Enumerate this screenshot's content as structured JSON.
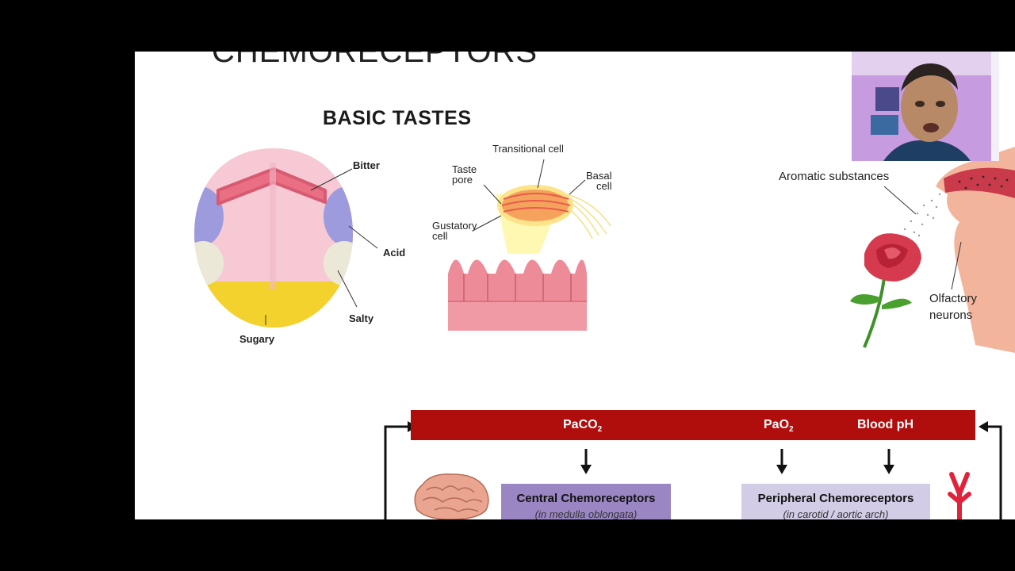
{
  "slide": {
    "title": "CHEMORECEPTORS",
    "heading": "BASIC TASTES"
  },
  "tongue": {
    "labels": {
      "bitter": "Bitter",
      "acid": "Acid",
      "salty": "Salty",
      "sugary": "Sugary"
    }
  },
  "taste_bud": {
    "labels": {
      "transitional": "Transitional cell",
      "taste_pore_1": "Taste",
      "taste_pore_2": "pore",
      "basal_1": "Basal",
      "basal_2": "cell",
      "gustatory_1": "Gustatory",
      "gustatory_2": "cell"
    }
  },
  "smell": {
    "labels": {
      "aromatic": "Aromatic substances",
      "olfactory_1": "Olfactory",
      "olfactory_2": "neurons"
    }
  },
  "chemoreceptor_diagram": {
    "bar": {
      "paco2_base": "PaCO",
      "paco2_sub": "2",
      "pao2_base": "PaO",
      "pao2_sub": "2",
      "blood_ph": "Blood pH"
    },
    "central": {
      "title": "Central Chemoreceptors",
      "subtitle": "(in medulla oblongata)"
    },
    "peripheral": {
      "title": "Peripheral Chemoreceptors",
      "subtitle": "(in carotid / aortic arch)"
    }
  },
  "colors": {
    "bar": "#b00d0d",
    "central_box": "#9b86c4",
    "peripheral_box": "#d3cce6",
    "background": "#000000"
  },
  "icons": [
    "tongue-illustration",
    "taste-bud-illustration",
    "rose-icon",
    "face-profile-icon",
    "brain-icon",
    "carotid-icon",
    "webcam-feed"
  ]
}
